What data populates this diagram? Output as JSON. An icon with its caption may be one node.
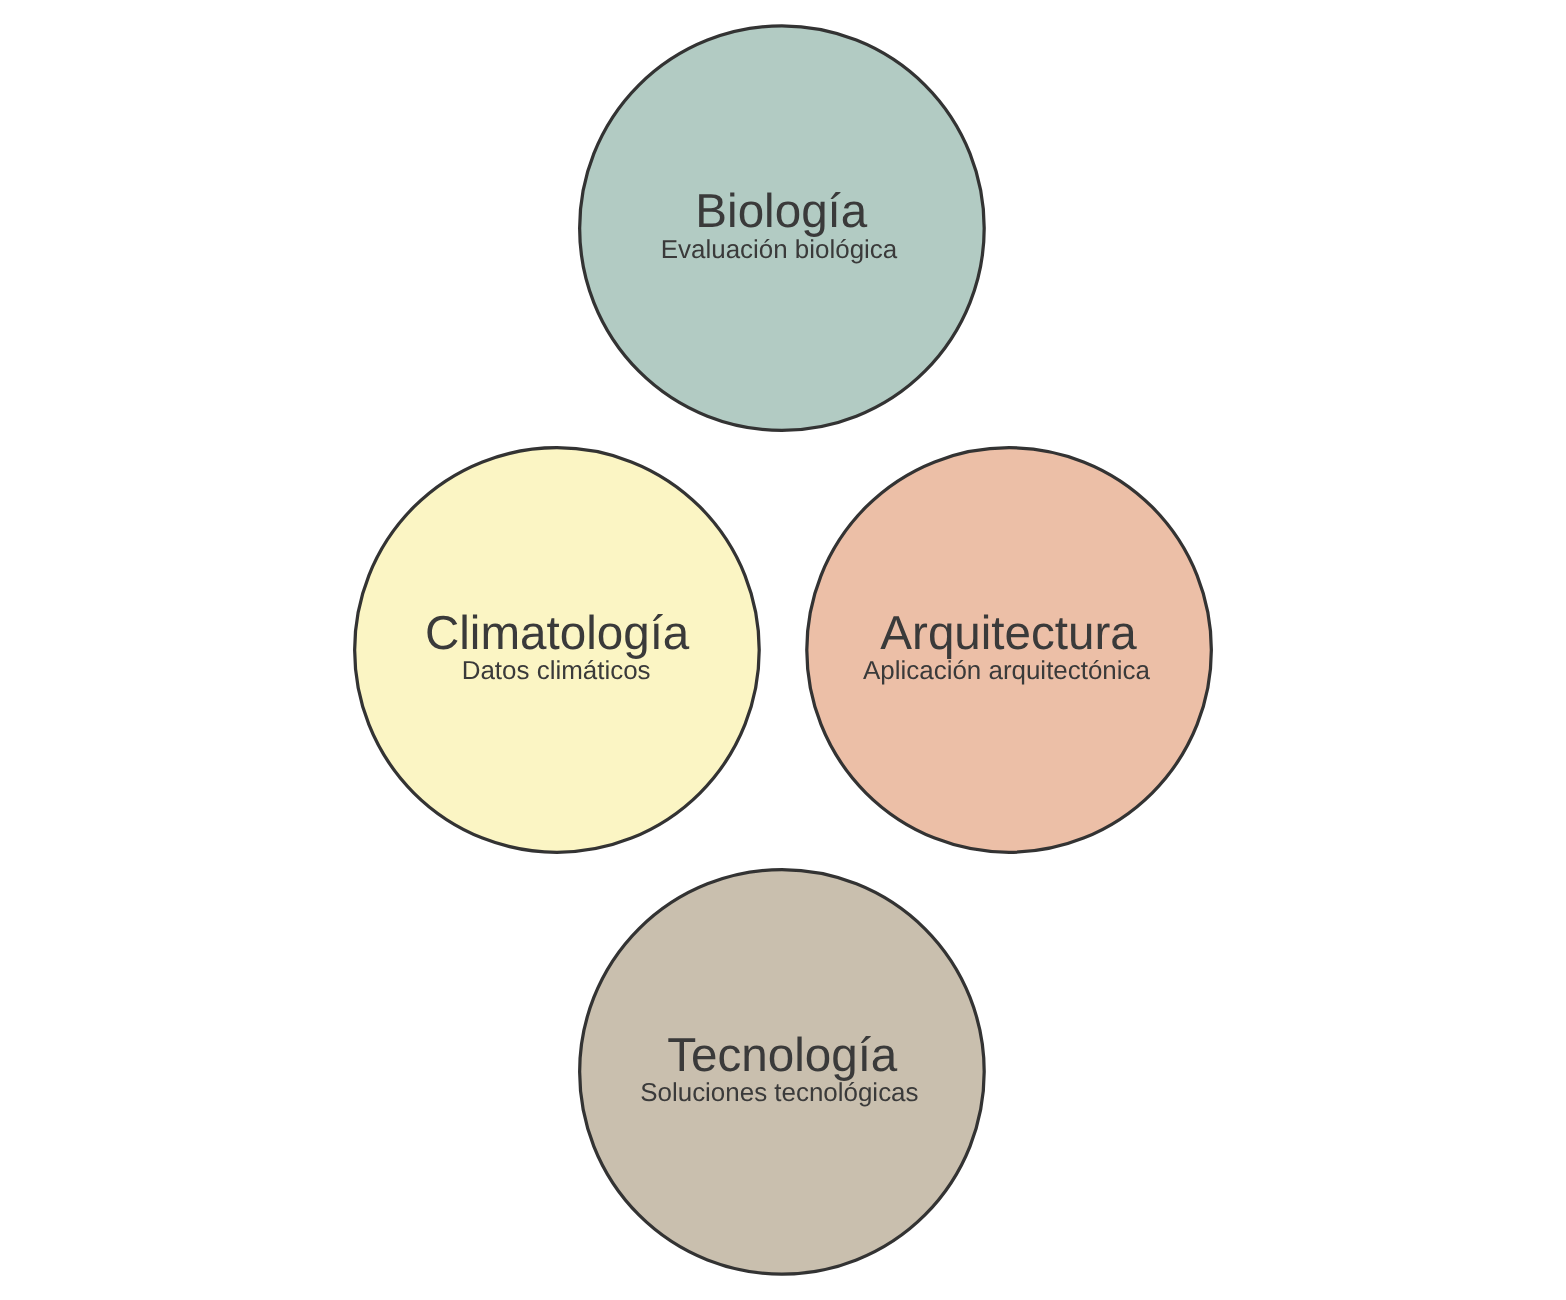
{
  "diagram": {
    "nodes": [
      {
        "text": [
          "Biología",
          "Evaluación biológica"
        ]
      },
      {
        "text": [
          "Climatología",
          "Datos climáticos"
        ]
      },
      {
        "text": [
          "Arquitectura",
          "Aplicación arquitectónica"
        ]
      },
      {
        "text": [
          "Tecnología",
          "Soluciones tecnológicas"
        ]
      }
    ]
  }
}
